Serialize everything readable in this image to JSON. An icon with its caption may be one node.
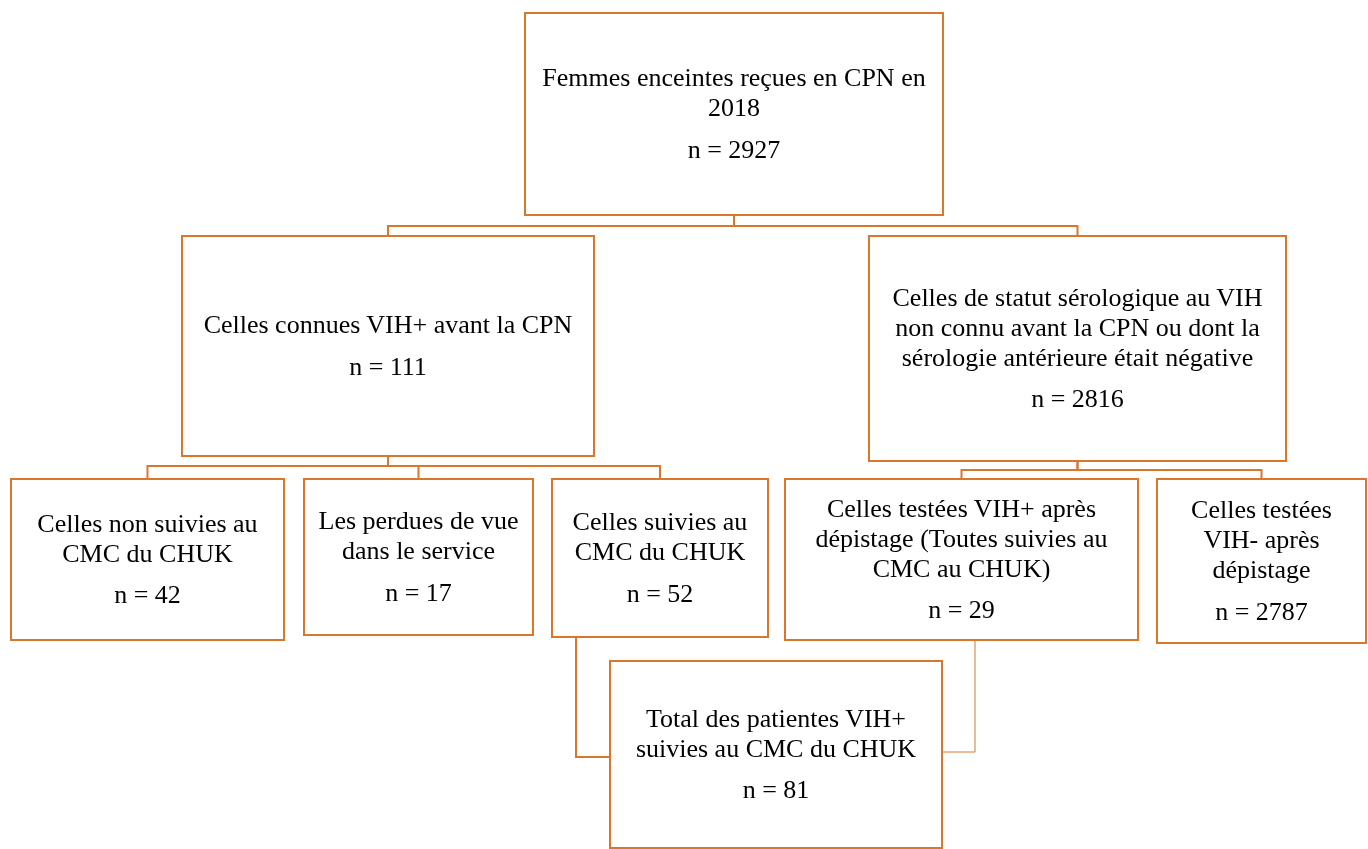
{
  "diagram": {
    "nodes": [
      {
        "text": [
          "Femmes enceintes reçues en CPN en 2018",
          "n = 2927"
        ]
      },
      {
        "text": [
          "Celles connues VIH+ avant la CPN",
          "n = 111"
        ]
      },
      {
        "text": [
          "Celles de statut sérologique au VIH non connu avant la CPN ou dont la sérologie antérieure était négative",
          "n = 2816"
        ]
      },
      {
        "text": [
          "Celles non suivies au CMC du CHUK",
          "n = 42"
        ]
      },
      {
        "text": [
          "Les perdues de vue dans le service",
          "n = 17"
        ]
      },
      {
        "text": [
          "Celles suivies au CMC du CHUK",
          "n = 52"
        ]
      },
      {
        "text": [
          "Celles testées VIH+ après dépistage (Toutes suivies au CMC au CHUK)",
          "n = 29"
        ]
      },
      {
        "text": [
          "Celles testées VIH- après dépistage",
          "n = 2787"
        ]
      },
      {
        "text": [
          "Total des patientes VIH+ suivies au CMC du CHUK",
          "n = 81"
        ]
      }
    ],
    "edges": [
      {
        "from": 0,
        "to": 1,
        "arrow": "none"
      },
      {
        "from": 0,
        "to": 2,
        "arrow": "none"
      },
      {
        "from": 1,
        "to": 3,
        "arrow": "none"
      },
      {
        "from": 1,
        "to": 4,
        "arrow": "none"
      },
      {
        "from": 1,
        "to": 5,
        "arrow": "none"
      },
      {
        "from": 2,
        "to": 6,
        "arrow": "none"
      },
      {
        "from": 2,
        "to": 7,
        "arrow": "none"
      },
      {
        "from": 5,
        "to": 8,
        "arrow": "none"
      },
      {
        "from": 6,
        "to": 8,
        "arrow": "none"
      }
    ]
  }
}
